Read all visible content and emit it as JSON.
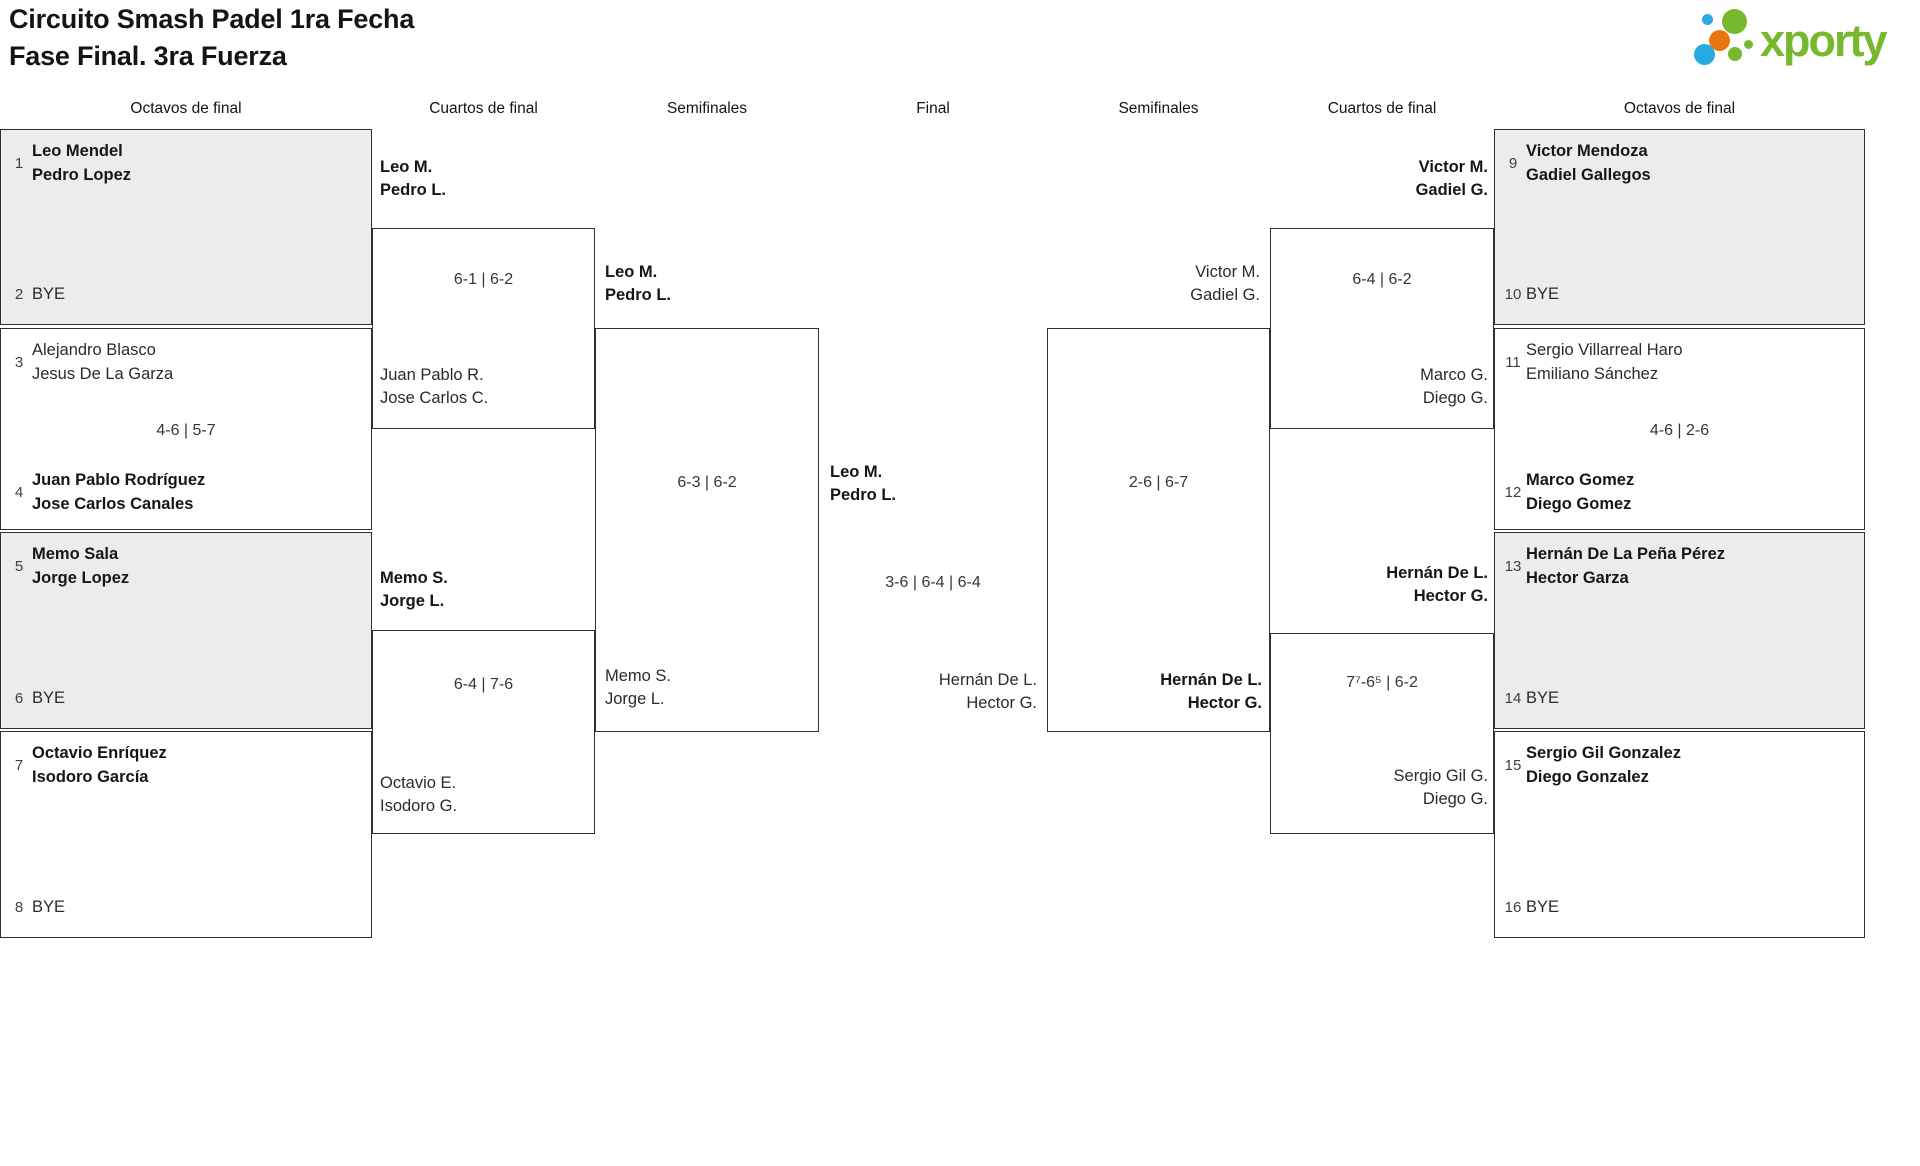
{
  "header": {
    "title_line1": "Circuito Smash Padel 1ra Fecha",
    "title_line2": "Fase Final. 3ra Fuerza",
    "logo_text": "xporty"
  },
  "colors": {
    "logo_green": "#76b82e",
    "logo_blue": "#29a9e1",
    "logo_orange": "#e8770f",
    "box_shade": "#ececec",
    "line": "#2f2f2f"
  },
  "round_headers": [
    "Octavos de final",
    "Cuartos de final",
    "Semifinales",
    "Final",
    "Semifinales",
    "Cuartos de final",
    "Octavos de final"
  ],
  "octavos": [
    {
      "p1": {
        "seed": "1",
        "line1": "Leo Mendel",
        "line2": "Pedro Lopez",
        "winner": true
      },
      "score": "",
      "p2": {
        "seed": "2",
        "line1": "BYE",
        "winner": false
      }
    },
    {
      "p1": {
        "seed": "3",
        "line1": "Alejandro Blasco",
        "line2": "Jesus De La Garza",
        "winner": false
      },
      "score": "4-6 | 5-7",
      "p2": {
        "seed": "4",
        "line1": "Juan Pablo Rodríguez",
        "line2": "Jose Carlos Canales",
        "winner": true
      }
    },
    {
      "p1": {
        "seed": "5",
        "line1": "Memo Sala",
        "line2": "Jorge Lopez",
        "winner": true
      },
      "score": "",
      "p2": {
        "seed": "6",
        "line1": "BYE",
        "winner": false
      }
    },
    {
      "p1": {
        "seed": "7",
        "line1": "Octavio Enríquez",
        "line2": "Isodoro García",
        "winner": true
      },
      "score": "",
      "p2": {
        "seed": "8",
        "line1": "BYE",
        "winner": false
      }
    },
    {
      "p1": {
        "seed": "9",
        "line1": "Victor Mendoza",
        "line2": "Gadiel Gallegos",
        "winner": true
      },
      "score": "",
      "p2": {
        "seed": "10",
        "line1": "BYE",
        "winner": false
      }
    },
    {
      "p1": {
        "seed": "11",
        "line1": "Sergio Villarreal Haro",
        "line2": "Emiliano Sánchez",
        "winner": false
      },
      "score": "4-6 | 2-6",
      "p2": {
        "seed": "12",
        "line1": "Marco Gomez",
        "line2": "Diego Gomez",
        "winner": true
      }
    },
    {
      "p1": {
        "seed": "13",
        "line1": "Hernán De La Peña Pérez",
        "line2": "Hector Garza",
        "winner": true
      },
      "score": "",
      "p2": {
        "seed": "14",
        "line1": "BYE",
        "winner": false
      }
    },
    {
      "p1": {
        "seed": "15",
        "line1": "Sergio Gil Gonzalez",
        "line2": "Diego Gonzalez",
        "winner": true
      },
      "score": "",
      "p2": {
        "seed": "16",
        "line1": "BYE",
        "winner": false
      }
    }
  ],
  "rounds": {
    "quarterfinal_left_top": {
      "p1a": "Leo M.",
      "p1b": "Pedro L.",
      "score": "6-1 | 6-2",
      "p2a": "Juan Pablo R.",
      "p2b": "Jose Carlos C.",
      "winner": "p1"
    },
    "quarterfinal_left_bottom": {
      "p1a": "Memo S.",
      "p1b": "Jorge L.",
      "score": "6-4 | 7-6",
      "p2a": "Octavio E.",
      "p2b": "Isodoro G.",
      "winner": "p1"
    },
    "semifinal_left": {
      "p1a": "Leo M.",
      "p1b": "Pedro L.",
      "score": "6-3 | 6-2",
      "p2a": "Memo S.",
      "p2b": "Jorge L.",
      "winner": "p1"
    },
    "final": {
      "p1a": "Leo M.",
      "p1b": "Pedro L.",
      "score": "3-6 | 6-4 | 6-4",
      "p2a": "Hernán De L.",
      "p2b": "Hector G.",
      "winner": "p1"
    },
    "semifinal_right": {
      "p1a": "Victor M.",
      "p1b": "Gadiel G.",
      "score": "2-6 | 6-7",
      "p2a": "Hernán De L.",
      "p2b": "Hector G.",
      "winner": "p2"
    },
    "quarterfinal_right_top": {
      "p1a": "Victor M.",
      "p1b": "Gadiel G.",
      "score": "6-4 | 6-2",
      "p2a": "Marco G.",
      "p2b": "Diego G.",
      "winner": "p1"
    },
    "quarterfinal_right_bottom": {
      "p1a": "Hernán De L.",
      "p1b": "Hector G.",
      "score": "7⁷-6⁵ | 6-2",
      "p2a": "Sergio Gil G.",
      "p2b": "Diego G.",
      "winner": "p1"
    }
  }
}
